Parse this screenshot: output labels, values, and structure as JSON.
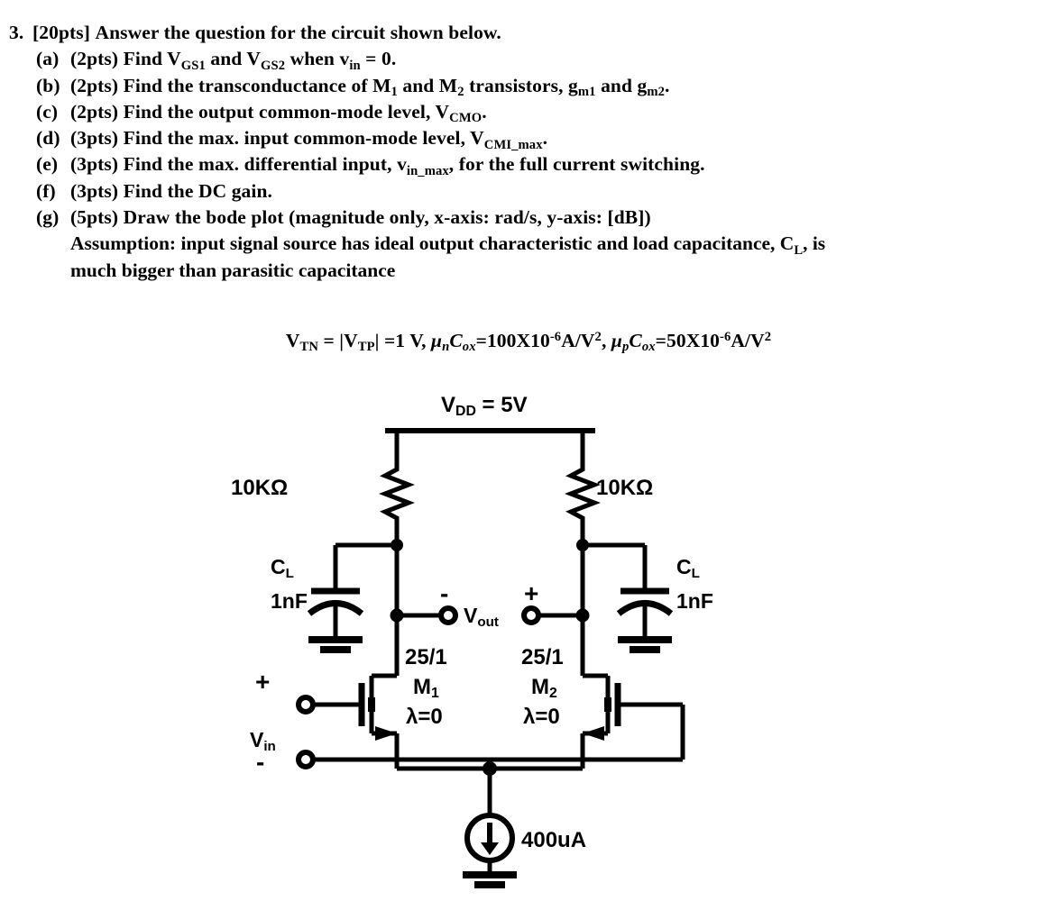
{
  "question": {
    "number": "3.",
    "points": "[20pts]",
    "stem": "Answer the question for the circuit shown below.",
    "items": [
      {
        "marker": "(a)",
        "points": "(2pts)",
        "text_pre": "Find V",
        "sub1": "GS1",
        "mid1": " and V",
        "sub2": "GS2",
        "mid2": " when v",
        "sub3": "in",
        "tail": " = 0."
      },
      {
        "marker": "(b)",
        "points": "(2pts)",
        "text_pre": "Find the transconductance of M",
        "sub1": "1",
        "mid1": " and M",
        "sub2": "2",
        "mid2": " transistors, g",
        "sub3": "m1",
        "mid3": " and g",
        "sub4": "m2",
        "tail": "."
      },
      {
        "marker": "(c)",
        "points": "(2pts)",
        "text_pre": "Find the output common-mode level, V",
        "sub1": "CMO",
        "tail": "."
      },
      {
        "marker": "(d)",
        "points": "(3pts)",
        "text_pre": "Find the max. input common-mode level, V",
        "sub1": "CMI_max",
        "tail": "."
      },
      {
        "marker": "(e)",
        "points": "(3pts)",
        "text_pre": "Find the max. differential input,  v",
        "sub1": "in_max",
        "tail": ", for the full current switching."
      },
      {
        "marker": "(f)",
        "points": "(3pts)",
        "text_pre": "Find the DC gain."
      },
      {
        "marker": "(g)",
        "points": "(5pts)",
        "text_pre": "Draw the bode plot (magnitude only, x-axis: rad/s, y-axis: [dB])"
      }
    ],
    "assumption_line1": "Assumption: input signal source has ideal output characteristic and load capacitance, C",
    "assumption_line1_sub": "L",
    "assumption_line1_tail": ", is",
    "assumption_line2": "much bigger than parasitic capacitance"
  },
  "parameters": {
    "vtn": "V",
    "vtn_sub": "TN",
    "eq1": " = |V",
    "vtp_sub": "TP",
    "eq2": "| =1 V, ",
    "mun": "μ",
    "mun_sub": "n",
    "cox1": "C",
    "cox1_sub": "ox",
    "val1": "=100X10",
    "exp1": "-6",
    "unit1": "A/V",
    "exp2": "2",
    "sep": ", ",
    "mup": "μ",
    "mup_sub": "p",
    "cox2": "C",
    "cox2_sub": "ox",
    "val2": "=50X10",
    "exp3": "-6",
    "unit2": "A/V",
    "exp4": "2"
  },
  "circuit": {
    "vdd_label": "V",
    "vdd_sub": "DD",
    "vdd_value": " = 5V",
    "resistor_left": "10KΩ",
    "resistor_right": "10KΩ",
    "cap_left_name": "C",
    "cap_left_sub": "L",
    "cap_left_value": "1nF",
    "cap_right_name": "C",
    "cap_right_sub": "L",
    "cap_right_value": "1nF",
    "vout_label": "V",
    "vout_sub": "out",
    "vout_minus": "-",
    "vout_plus": "+",
    "vin_label": "V",
    "vin_sub": "in",
    "vin_plus": "+",
    "vin_minus": "-",
    "m1_ratio": "25/1",
    "m1_name": "M",
    "m1_sub": "1",
    "m1_lambda": "λ=0",
    "m2_ratio": "25/1",
    "m2_name": "M",
    "m2_sub": "2",
    "m2_lambda": "λ=0",
    "current_source": "400uA"
  }
}
